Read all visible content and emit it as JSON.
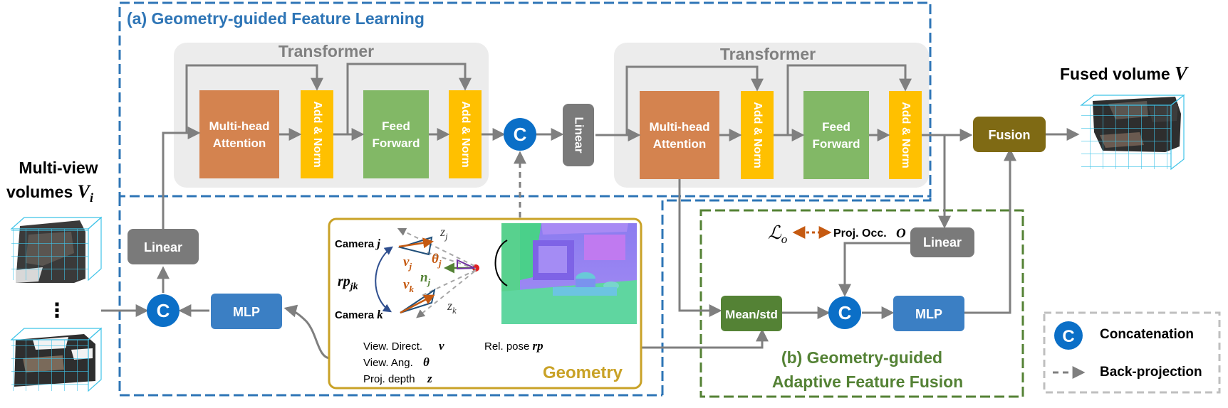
{
  "section_a": {
    "title": "(a) Geometry-guided Feature Learning"
  },
  "section_b": {
    "title_line1": "(b) Geometry-guided",
    "title_line2": "Adaptive Feature Fusion"
  },
  "transformer1": {
    "title": "Transformer",
    "attention_line1": "Multi-head",
    "attention_line2": "Attention",
    "addnorm": "Add & Norm",
    "ff_line1": "Feed",
    "ff_line2": "Forward"
  },
  "transformer2": {
    "title": "Transformer",
    "attention_line1": "Multi-head",
    "attention_line2": "Attention",
    "addnorm": "Add & Norm",
    "ff_line1": "Feed",
    "ff_line2": "Forward"
  },
  "input": {
    "label_line1": "Multi-view",
    "label_line2": "volumes",
    "symbol": "V",
    "subscript": "i",
    "ellipsis": "⋮"
  },
  "output": {
    "label": "Fused volume",
    "symbol": "V"
  },
  "blocks": {
    "linear_left": "Linear",
    "linear_mid": "Linear",
    "linear_right": "Linear",
    "mlp_left": "MLP",
    "mlp_right": "MLP",
    "fusion": "Fusion",
    "meanstd": "Mean/std",
    "concat": "C"
  },
  "geometry": {
    "title": "Geometry",
    "camera_j": "Camera",
    "camera_j_sym": "j",
    "camera_k": "Camera",
    "camera_k_sym": "k",
    "rp": "rp",
    "rp_sub": "jk",
    "vj": "v",
    "vj_sub": "j",
    "vk": "v",
    "vk_sub": "k",
    "nj": "n",
    "nj_sub": "j",
    "theta": "θ",
    "theta_sub": "j",
    "zj": "z",
    "zj_sub": "j",
    "zk": "z",
    "zk_sub": "k",
    "list": [
      {
        "label": "View. Direct.",
        "sym": "v"
      },
      {
        "label": "View. Ang.",
        "sym": "θ"
      },
      {
        "label": "Proj. depth",
        "sym": "z"
      }
    ],
    "rel_pose": "Rel. pose",
    "rel_pose_sym": "rp"
  },
  "occupancy": {
    "loss": "ℒ",
    "loss_sub": "o",
    "label": "Proj. Occ.",
    "sym": "O"
  },
  "legend": {
    "concat_symbol": "C",
    "concat_label": "Concatenation",
    "backproj_label": "Back-projection"
  },
  "colors": {
    "blue_frame": "#2e75b6",
    "green_frame": "#548235",
    "attention": "#d4834f",
    "addnorm": "#ffc000",
    "feedforward": "#82b866",
    "gray_block": "#7a7a7a",
    "mlp": "#3b7fc4",
    "fusion": "#7f6a14",
    "meanstd": "#548235",
    "concat": "#0b6fc7",
    "geometry_frame": "#c9a227",
    "orange": "#c55a11",
    "text_blue": "#2e75b6",
    "text_green": "#548235"
  }
}
